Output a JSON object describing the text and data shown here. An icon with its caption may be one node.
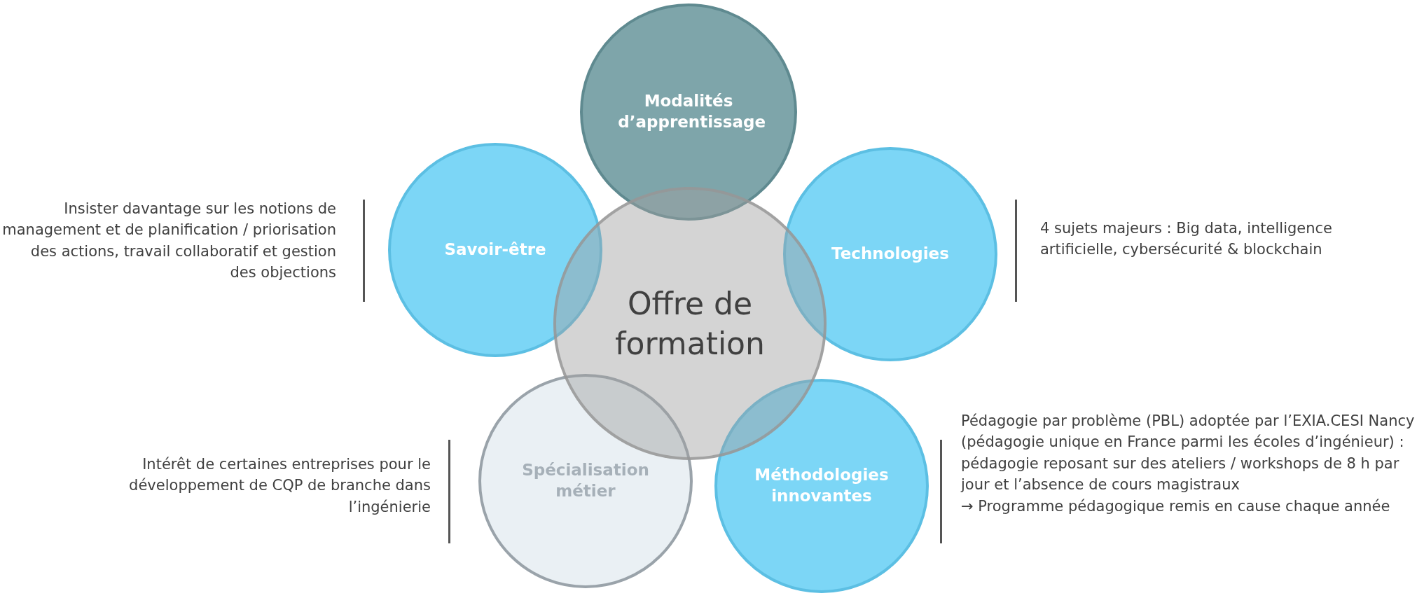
{
  "diagram": {
    "nodes": [
      {
        "text": [
          "Modalités d’apprentissage"
        ]
      },
      {
        "text": [
          "Savoir-être"
        ],
        "beside": [
          "Insister davantage sur les notions de management et de planification / priorisation des actions, travail collaboratif et gestion des objections"
        ]
      },
      {
        "text": [
          "Technologies"
        ],
        "beside": [
          "4 sujets majeurs : Big data, intelligence artificielle, cybersécurité & blockchain"
        ]
      },
      {
        "text": [
          "Offre de formation"
        ]
      },
      {
        "text": [
          "Spécialisation métier"
        ],
        "beside": [
          "Intérêt de certaines entreprises pour le développement de CQP de branche dans l’ingénierie"
        ]
      },
      {
        "text": [
          "Méthodologies innovantes"
        ],
        "beside": [
          "Pédagogie par problème (PBL) adoptée par l’EXIA.CESI Nancy (pédagogie unique en France parmi les écoles d’ingénieur) : pédagogie reposant sur des ateliers / workshops de 8 h par jour et l’absence de cours magistraux",
          "→ Programme pédagogique remis en cause chaque année"
        ]
      }
    ],
    "edges": []
  }
}
